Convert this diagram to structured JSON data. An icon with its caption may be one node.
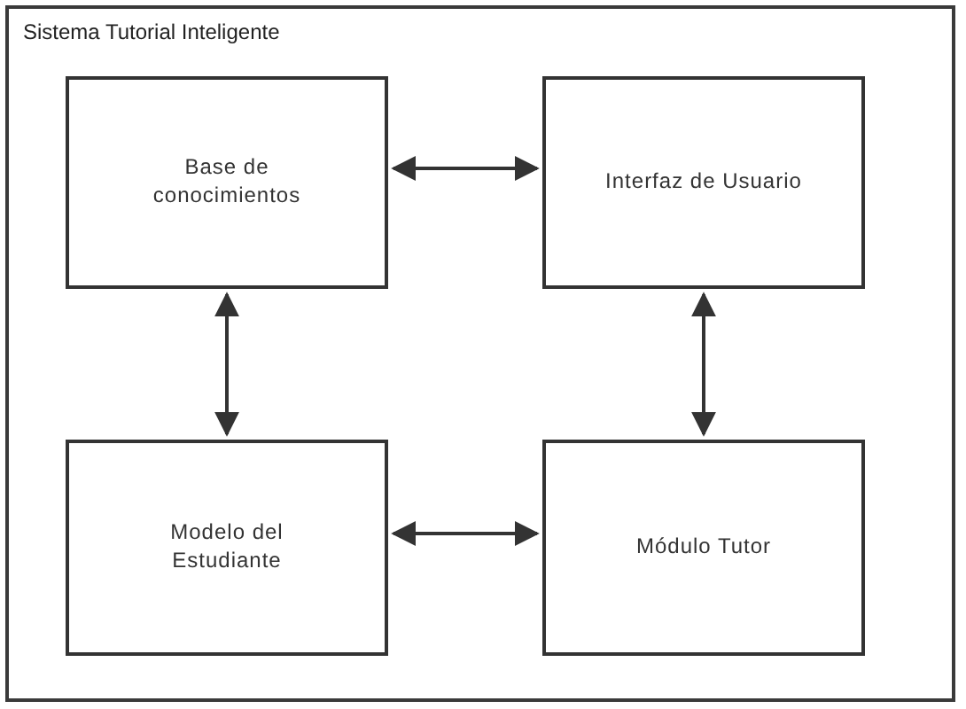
{
  "diagram": {
    "nodes": [
      {
        "text": [
          "Sistema Tutorial Inteligente"
        ]
      },
      {
        "text": [
          "Base de conocimientos"
        ],
        "in": 0
      },
      {
        "text": [
          "Interfaz de Usuario"
        ],
        "in": 0
      },
      {
        "text": [
          "Modelo del Estudiante"
        ],
        "in": 0
      },
      {
        "text": [
          "Módulo Tutor"
        ],
        "in": 0
      }
    ],
    "edges": [
      {
        "from": 1,
        "to": 2,
        "arrow": "both"
      },
      {
        "from": 1,
        "to": 3,
        "arrow": "both"
      },
      {
        "from": 2,
        "to": 4,
        "arrow": "both"
      },
      {
        "from": 3,
        "to": 4,
        "arrow": "both"
      }
    ]
  }
}
